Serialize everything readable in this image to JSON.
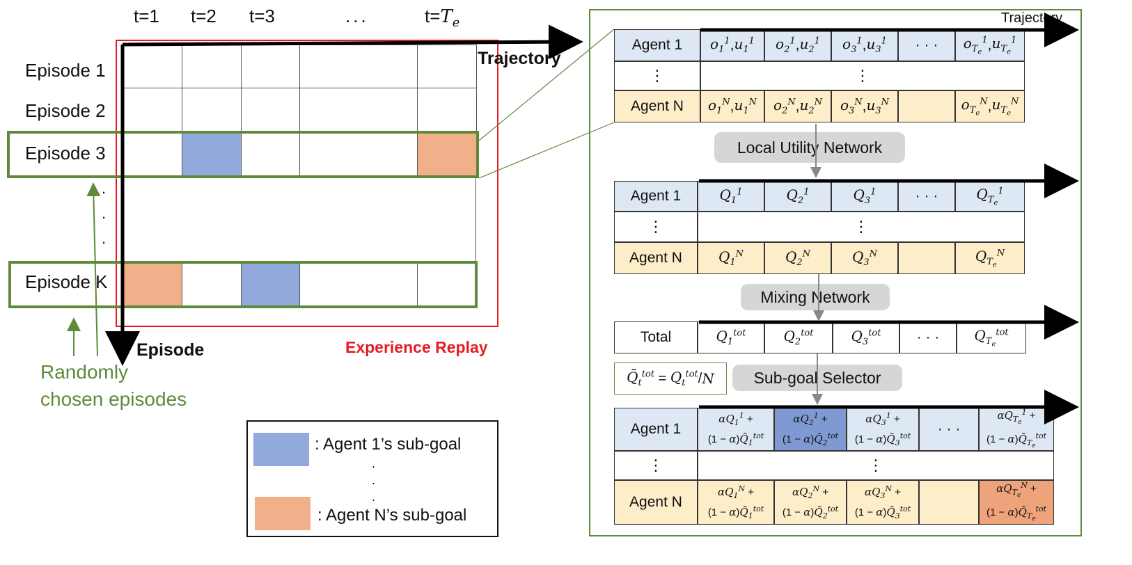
{
  "left": {
    "time_labels": [
      "t=1",
      "t=2",
      "t=3",
      "...",
      "t=T_e"
    ],
    "episodes": [
      "Episode 1",
      "Episode 2",
      "Episode 3",
      "Episode K"
    ],
    "axis_x": "Trajectory",
    "axis_y": "Episode",
    "replay_label": "Experience Replay",
    "random_label_1": "Randomly",
    "random_label_2": "chosen episodes",
    "legend": {
      "agent1": ": Agent 1’s sub-goal",
      "agentN": ": Agent N’s sub-goal"
    }
  },
  "right": {
    "trajectory_label": "Trajectory",
    "agent1": "Agent 1",
    "agentN": "Agent N",
    "total": "Total",
    "vdots": "⋮",
    "hdots": "· · ·",
    "local_net": "Local Utility Network",
    "mixing_net": "Mixing Network",
    "subgoal_selector": "Sub-goal Selector"
  },
  "colors": {
    "green": "#5e8a3a",
    "red": "#e51c23",
    "blue": "#92a9dc",
    "orange": "#f1b08a",
    "agent1_row": "#dde8f4",
    "agentN_row": "#fdedc9"
  }
}
